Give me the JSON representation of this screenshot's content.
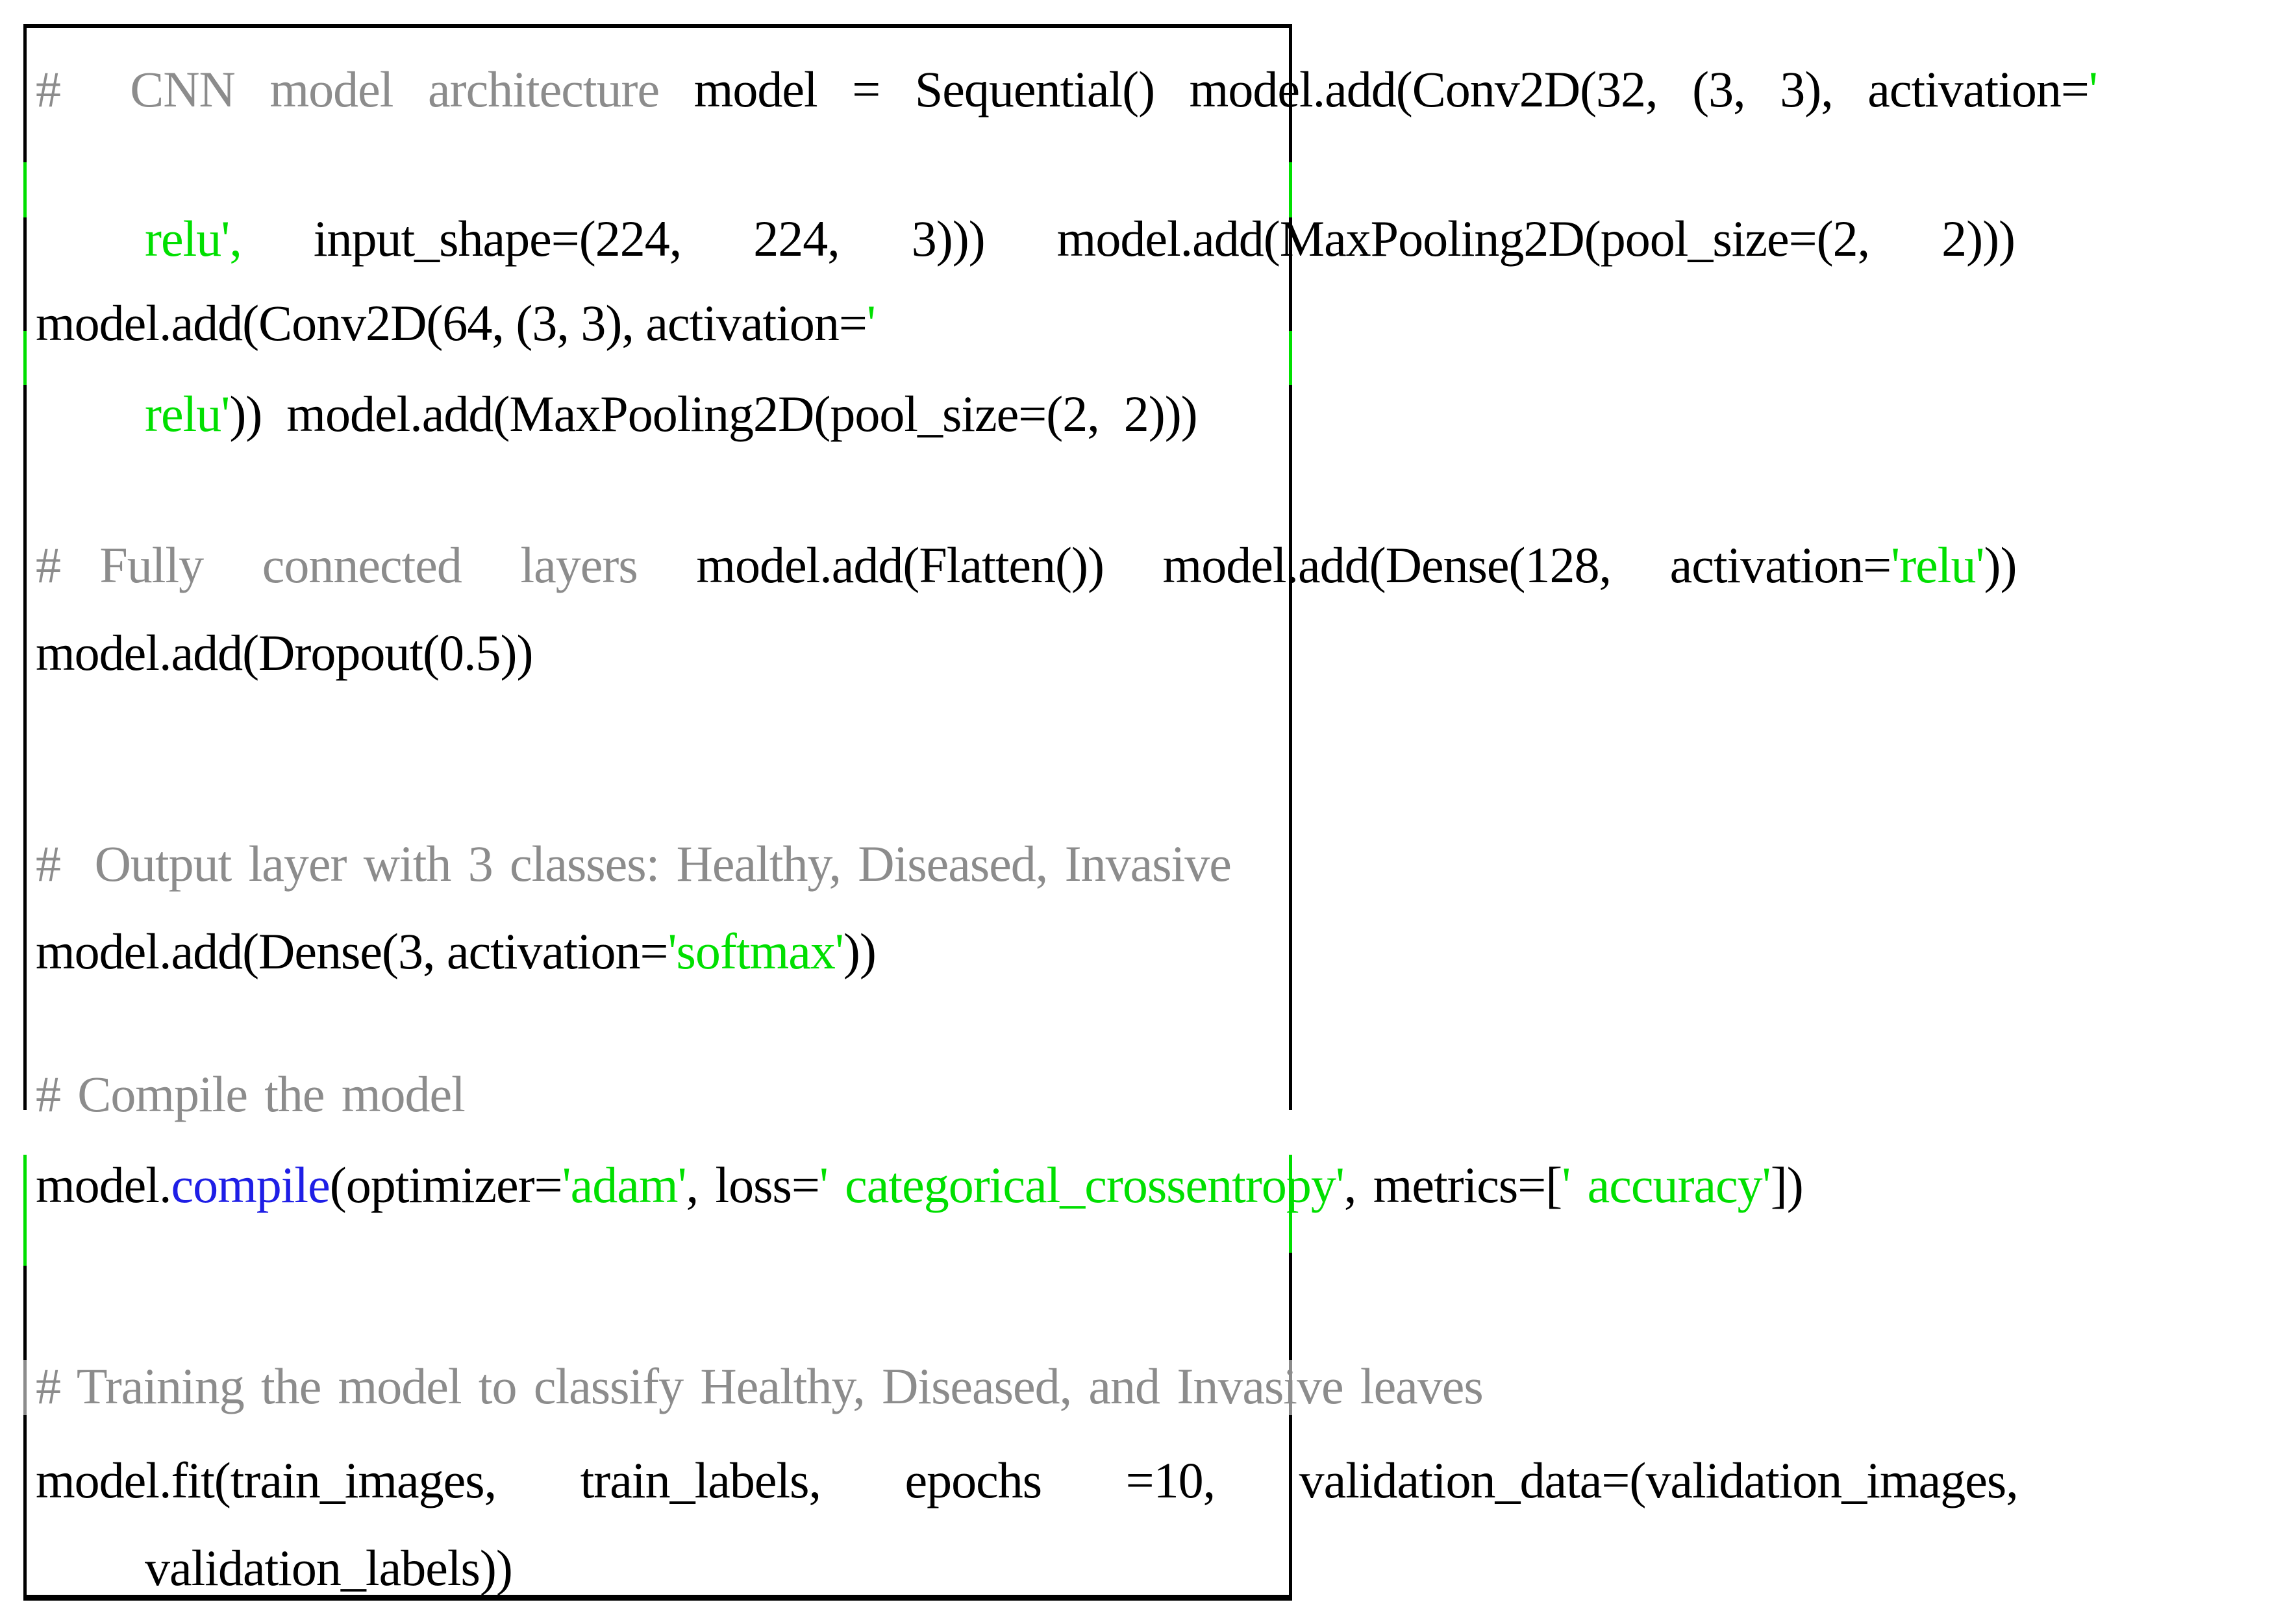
{
  "figure": {
    "description_colors": {
      "code_black": "#000000",
      "comment_gray": "#8c8c8c",
      "string_green": "#00df00",
      "function_blue": "#1e1ee6",
      "border_black": "#000000"
    },
    "code": {
      "lines": [
        {
          "segments": [
            {
              "color": "comment_gray",
              "text": "#  CNN model architecture "
            },
            {
              "color": "code_black",
              "text": "model = Sequential() model.add(Conv2D(32, (3, 3), activation="
            },
            {
              "color": "string_green",
              "text": "'"
            }
          ]
        },
        {
          "segments": [
            {
              "color": "string_green",
              "text": "relu',"
            },
            {
              "color": "code_black",
              "text": "      input_shape=(224,      224,      3)))      model.add(MaxPooling2D(pool_size=(2,      2)))"
            }
          ]
        },
        {
          "segments": [
            {
              "color": "code_black",
              "text": "model.add(Conv2D(64, (3, 3), activation="
            },
            {
              "color": "string_green",
              "text": "'"
            }
          ]
        },
        {
          "segments": [
            {
              "color": "string_green",
              "text": "relu'"
            },
            {
              "color": "code_black",
              "text": ")) model.add(MaxPooling2D(pool_size=(2, 2)))"
            }
          ]
        },
        {
          "segments": [
            {
              "color": "comment_gray",
              "text": "#  Fully   connected   layers   "
            },
            {
              "color": "code_black",
              "text": "model.add(Flatten())   model.add(Dense(128,   activation="
            },
            {
              "color": "string_green",
              "text": "'relu'"
            },
            {
              "color": "code_black",
              "text": "))"
            }
          ]
        },
        {
          "segments": [
            {
              "color": "code_black",
              "text": "model.add(Dropout(0.5))"
            }
          ]
        },
        {
          "segments": [
            {
              "color": "comment_gray",
              "text": "#  Output layer with 3 classes: Healthy, Diseased, Invasive"
            }
          ]
        },
        {
          "segments": [
            {
              "color": "code_black",
              "text": "model.add(Dense(3, activation="
            },
            {
              "color": "string_green",
              "text": "'softmax'"
            },
            {
              "color": "code_black",
              "text": "))"
            }
          ]
        },
        {
          "segments": [
            {
              "color": "comment_gray",
              "text": "# Compile the model"
            }
          ]
        },
        {
          "segments": [
            {
              "color": "code_black",
              "text": "model."
            },
            {
              "color": "function_blue",
              "text": "compile"
            },
            {
              "color": "code_black",
              "text": "(optimizer="
            },
            {
              "color": "string_green",
              "text": "'adam'"
            },
            {
              "color": "code_black",
              "text": ", loss="
            },
            {
              "color": "string_green",
              "text": "' categorical_crossentropy'"
            },
            {
              "color": "code_black",
              "text": ", metrics=["
            },
            {
              "color": "string_green",
              "text": "' accuracy'"
            },
            {
              "color": "code_black",
              "text": "])"
            }
          ]
        },
        {
          "segments": [
            {
              "color": "comment_gray",
              "text": "# Training the model to classify Healthy, Diseased, and Invasive leaves"
            }
          ]
        },
        {
          "segments": [
            {
              "color": "code_black",
              "text": "model.fit(train_images,       train_labels,       epochs       =10,       validation_data=(validation_images,"
            }
          ]
        },
        {
          "segments": [
            {
              "color": "code_black",
              "text": "validation_labels))"
            }
          ]
        }
      ]
    }
  }
}
